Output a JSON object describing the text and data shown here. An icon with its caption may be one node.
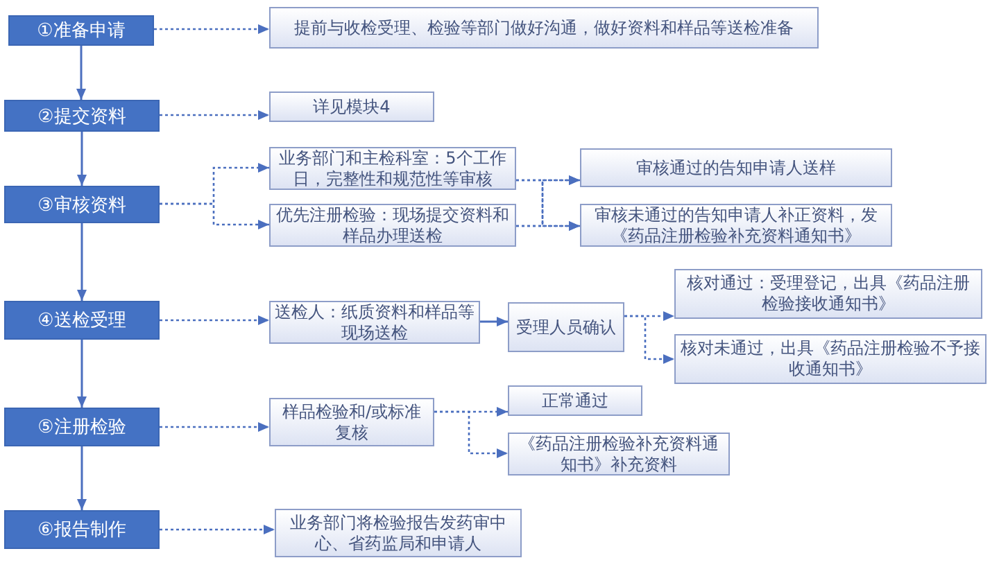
{
  "diagram": {
    "nodes": [
      {
        "text": [
          "①准备申请"
        ]
      },
      {
        "text": [
          "提前与收检受理、检验等部门做好沟通，做好资料和样品等送检准备"
        ]
      },
      {
        "text": [
          "②提交资料"
        ]
      },
      {
        "text": [
          "详见模块4"
        ]
      },
      {
        "text": [
          "③审核资料"
        ]
      },
      {
        "text": [
          "业务部门和主检科室：5个工作日，完整性和规范性等审核"
        ]
      },
      {
        "text": [
          "审核通过的告知申请人送样"
        ]
      },
      {
        "text": [
          "优先注册检验：现场提交资料和样品办理送检"
        ]
      },
      {
        "text": [
          "审核未通过的告知申请人补正资料，发《药品注册检验补充资料通知书》"
        ]
      },
      {
        "text": [
          "④送检受理"
        ]
      },
      {
        "text": [
          "送检人：纸质资料和样品等现场送检"
        ]
      },
      {
        "text": [
          "受理人员确认"
        ]
      },
      {
        "text": [
          "核对通过：受理登记，出具《药品注册检验接收通知书》"
        ]
      },
      {
        "text": [
          "核对未通过，出具《药品注册检验不予接收通知书》"
        ]
      },
      {
        "text": [
          "⑤注册检验"
        ]
      },
      {
        "text": [
          "样品检验和/或标准复核"
        ]
      },
      {
        "text": [
          "正常通过"
        ]
      },
      {
        "text": [
          "《药品注册检验补充资料通知书》补充资料"
        ]
      },
      {
        "text": [
          "⑥报告制作"
        ]
      },
      {
        "text": [
          "业务部门将检验报告发药审中心、省药监局和申请人"
        ]
      }
    ],
    "edges": [
      {
        "from": 0,
        "to": 2,
        "arrow": "to"
      },
      {
        "from": 2,
        "to": 4,
        "arrow": "to"
      },
      {
        "from": 4,
        "to": 9,
        "arrow": "to"
      },
      {
        "from": 9,
        "to": 14,
        "arrow": "to"
      },
      {
        "from": 14,
        "to": 18,
        "arrow": "to"
      },
      {
        "from": 0,
        "to": 1,
        "arrow": "to",
        "style": "dashed"
      },
      {
        "from": 2,
        "to": 3,
        "arrow": "to",
        "style": "dashed"
      },
      {
        "from": 4,
        "to": 5,
        "arrow": "to",
        "style": "dashed"
      },
      {
        "from": 4,
        "to": 7,
        "arrow": "to",
        "style": "dashed"
      },
      {
        "from": 5,
        "to": 6,
        "arrow": "to",
        "style": "dashed"
      },
      {
        "from": 5,
        "to": 8,
        "arrow": "to",
        "style": "dashed"
      },
      {
        "from": 7,
        "to": 6,
        "arrow": "to",
        "style": "dashed"
      },
      {
        "from": 7,
        "to": 8,
        "arrow": "to",
        "style": "dashed"
      },
      {
        "from": 9,
        "to": 10,
        "arrow": "to",
        "style": "dashed"
      },
      {
        "from": 10,
        "to": 11,
        "arrow": "to"
      },
      {
        "from": 11,
        "to": 12,
        "arrow": "to",
        "style": "dashed"
      },
      {
        "from": 11,
        "to": 13,
        "arrow": "to",
        "style": "dashed"
      },
      {
        "from": 14,
        "to": 15,
        "arrow": "to",
        "style": "dashed"
      },
      {
        "from": 15,
        "to": 16,
        "arrow": "to",
        "style": "dashed"
      },
      {
        "from": 15,
        "to": 17,
        "arrow": "to",
        "style": "dashed"
      },
      {
        "from": 18,
        "to": 19,
        "arrow": "to",
        "style": "dashed"
      }
    ]
  }
}
